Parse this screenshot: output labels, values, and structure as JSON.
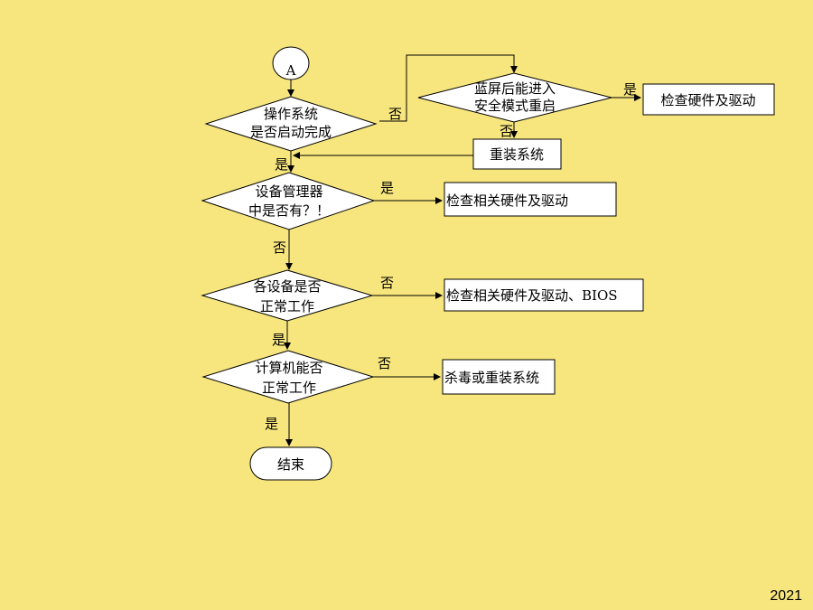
{
  "start_connector": "A",
  "decisions": {
    "os_boot": [
      "操作系统",
      "是否启动完成"
    ],
    "blue_screen": [
      "蓝屏后能进入",
      "安全模式重启"
    ],
    "device_manager": [
      "设备管理器",
      "中是否有？！"
    ],
    "device_normal": [
      "各设备是否",
      "正常工作"
    ],
    "computer_normal": [
      "计算机能否",
      "正常工作"
    ]
  },
  "processes": {
    "check_hw_driver": "检查硬件及驱动",
    "reinstall_os": "重装系统",
    "check_related_hw_driver": "检查相关硬件及驱动",
    "check_related_hw_driver_bios": "检查相关硬件及驱动、BIOS",
    "antivirus_reinstall": "杀毒或重装系统"
  },
  "end_label": "结束",
  "edge_labels": {
    "os_boot_no": "否",
    "blue_screen_yes": "是",
    "blue_screen_no": "否",
    "os_boot_yes": "是",
    "device_manager_yes": "是",
    "device_manager_no": "否",
    "device_normal_no": "否",
    "device_normal_yes": "是",
    "computer_normal_no": "否",
    "computer_normal_yes": "是"
  },
  "footer_year": "2021"
}
